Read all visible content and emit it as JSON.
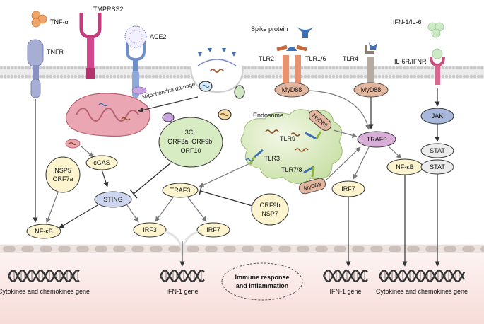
{
  "labels": {
    "tnf_alpha": "TNF-α",
    "tnfr": "TNFR",
    "tmprss2": "TMPRSS2",
    "ace2": "ACE2",
    "spike_protein": "Spike protein",
    "tlr2": "TLR2",
    "tlr1_6": "TLR1/6",
    "tlr4": "TLR4",
    "ifn1_il6": "IFN-1/IL-6",
    "il6r_ifnr": "IL-6R/IFNR",
    "mito_damage": "Mitochondria damage",
    "endosome": "Endosome",
    "tlr9": "TLR9",
    "tlr3": "TLR3",
    "tlr7_8": "TLR7/8",
    "gene_left": "Cytokines and chemokines gene",
    "gene_center": "IFN-1 gene",
    "gene_mid_right": "IFN-1 gene",
    "gene_right": "Cytokines and chemokines gene",
    "immune_line1": "Immune response",
    "immune_line2": "and inflammation"
  },
  "nodes": {
    "myd88_tlr2": "MyD88",
    "myd88_tlr4": "MyD88",
    "myd88_tlr9": "MyD88",
    "myd88_tlr78": "MyD88",
    "jak": "JAK",
    "stat1": "STAT",
    "stat2": "STAT",
    "traf6": "TRAF6",
    "irf7_right": "IRF7",
    "nfkb_right": "NF-κB",
    "nsp5": "NSP5",
    "orf7a": "ORF7a",
    "cgas": "cGAS",
    "sting": "STING",
    "nfkb_left": "NF-κB",
    "viral_3cl": "3CL",
    "viral_orf3a": "ORF3a, ORF9b,",
    "viral_orf10": "ORF10",
    "traf3": "TRAF3",
    "orf9b": "ORF9b",
    "nsp7": "NSP7",
    "irf3": "IRF3",
    "irf7_center": "IRF7"
  },
  "colors": {
    "membrane": "#e9e9e9",
    "nucleus_band": "#fbecea",
    "viral_protein": "#d8ecc4",
    "traf6": "#d6aed6",
    "myd88": "#e3b79f",
    "jak": "#a8b8dc",
    "sting": "#cdd6ee",
    "yellow_node": "#fbf4cf",
    "stat": "#ececec"
  }
}
